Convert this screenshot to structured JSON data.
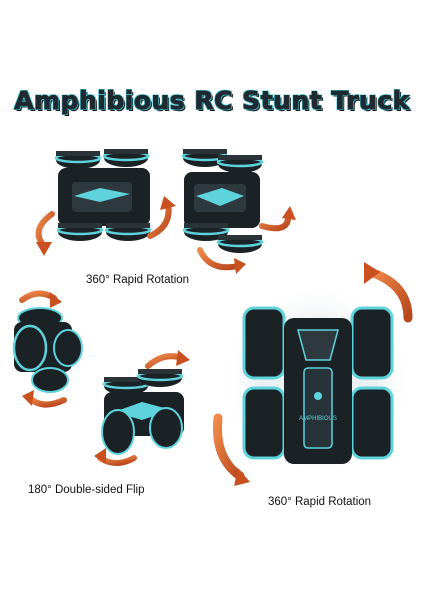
{
  "title": "Amphibious RC Stunt Truck",
  "captions": {
    "top_rotation": "360° Rapid Rotation",
    "flip": "180° Double-sided Flip",
    "big_rotation": "360° Rapid Rotation"
  },
  "badge_text": "AMPHIBIOUS",
  "colors": {
    "accent_teal": "#5fd3dc",
    "body_dark": "#1b2226",
    "arrow_orange": "#d8642a"
  }
}
